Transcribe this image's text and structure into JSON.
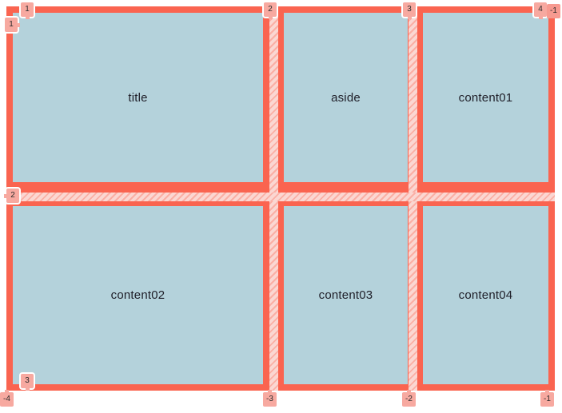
{
  "overlay": {
    "type": "css-grid-inspector-overlay",
    "colors": {
      "grid_area": "#fa6450",
      "cell": "#b4d2db",
      "gap_hatch": "#fbd7d2",
      "badge": "#f7a9a0",
      "badge_text": "#2b2b2b",
      "page_background": "#ffffff"
    }
  },
  "grid": {
    "columns": 3,
    "rows": 2,
    "cells": [
      {
        "name": "title",
        "label": "title",
        "col": 1,
        "row": 1
      },
      {
        "name": "aside",
        "label": "aside",
        "col": 2,
        "row": 1
      },
      {
        "name": "content01",
        "label": "content01",
        "col": 3,
        "row": 1
      },
      {
        "name": "content02",
        "label": "content02",
        "col": 1,
        "row": 2
      },
      {
        "name": "content03",
        "label": "content03",
        "col": 2,
        "row": 2
      },
      {
        "name": "content04",
        "label": "content04",
        "col": 3,
        "row": 2
      }
    ]
  },
  "column_lines": {
    "positive": [
      {
        "index": 1,
        "label": "1"
      },
      {
        "index": 2,
        "label": "2"
      },
      {
        "index": 3,
        "label": "3"
      },
      {
        "index": 4,
        "label": "4"
      }
    ],
    "negative": [
      {
        "index": -4,
        "label": "-4"
      },
      {
        "index": -3,
        "label": "-3"
      },
      {
        "index": -2,
        "label": "-2"
      },
      {
        "index": -1,
        "label": "-1"
      }
    ]
  },
  "row_lines": {
    "positive": [
      {
        "index": 1,
        "label": "1"
      },
      {
        "index": 2,
        "label": "2"
      },
      {
        "index": 3,
        "label": "3"
      }
    ],
    "negative": [
      {
        "index": -1,
        "label": "-1"
      }
    ]
  }
}
